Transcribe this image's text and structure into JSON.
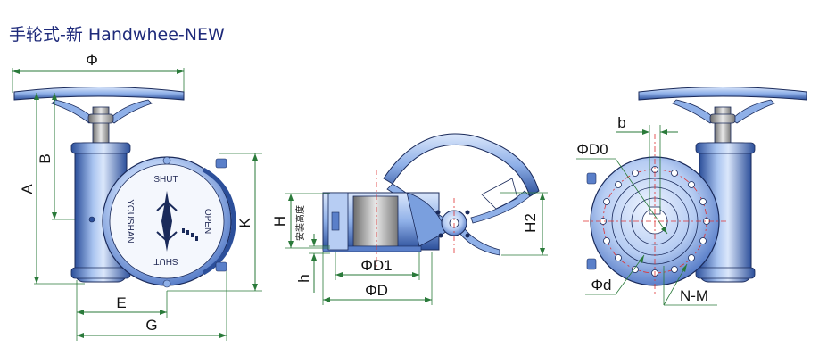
{
  "title": "手轮式-新 Handwhee-NEW",
  "colors": {
    "body_fill": "#8fb0e8",
    "body_dark": "#2c4f9a",
    "body_light": "#dbe7fb",
    "dimension_line": "#2a7a3a",
    "centerline": "#e03030",
    "outline": "#1a2a5a"
  },
  "labels": {
    "phi": "Φ",
    "A": "A",
    "B": "B",
    "K": "K",
    "E": "E",
    "G": "G",
    "H": "H",
    "H2": "H2",
    "h": "h",
    "install_height": "安装高度",
    "phiD1": "ΦD1",
    "phiD": "ΦD",
    "b": "b",
    "phiD0": "ΦD0",
    "phid": "Φd",
    "NM": "N-M"
  },
  "dial": {
    "shut_top": "SHUT",
    "shut_bottom": "SHUT",
    "open": "OPEN",
    "brand": "YOUSHAN"
  }
}
